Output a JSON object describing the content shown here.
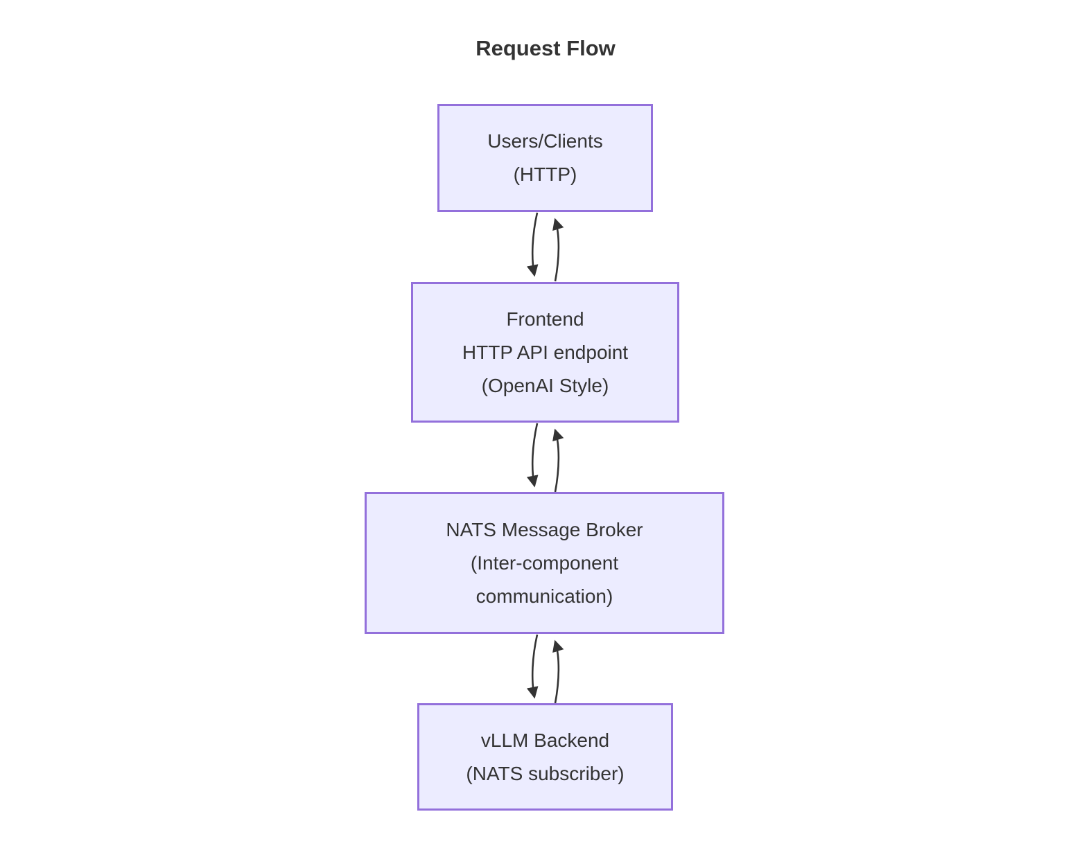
{
  "title": "Request Flow",
  "theme": {
    "node_fill": "#ECECFF",
    "node_border": "#9370DB",
    "text_color": "#333333",
    "arrow_color": "#333333",
    "background": "#FFFFFF"
  },
  "nodes": [
    {
      "id": "users",
      "lines": [
        "Users/Clients",
        "(HTTP)"
      ]
    },
    {
      "id": "frontend",
      "lines": [
        "Frontend",
        "HTTP API endpoint",
        "(OpenAI Style)"
      ]
    },
    {
      "id": "nats",
      "lines": [
        "NATS Message Broker",
        "(Inter-component",
        "communication)"
      ]
    },
    {
      "id": "vllm",
      "lines": [
        "vLLM Backend",
        "(NATS subscriber)"
      ]
    }
  ],
  "edges": [
    {
      "from": "users",
      "to": "frontend",
      "bidirectional": true
    },
    {
      "from": "frontend",
      "to": "nats",
      "bidirectional": true
    },
    {
      "from": "nats",
      "to": "vllm",
      "bidirectional": true
    }
  ]
}
